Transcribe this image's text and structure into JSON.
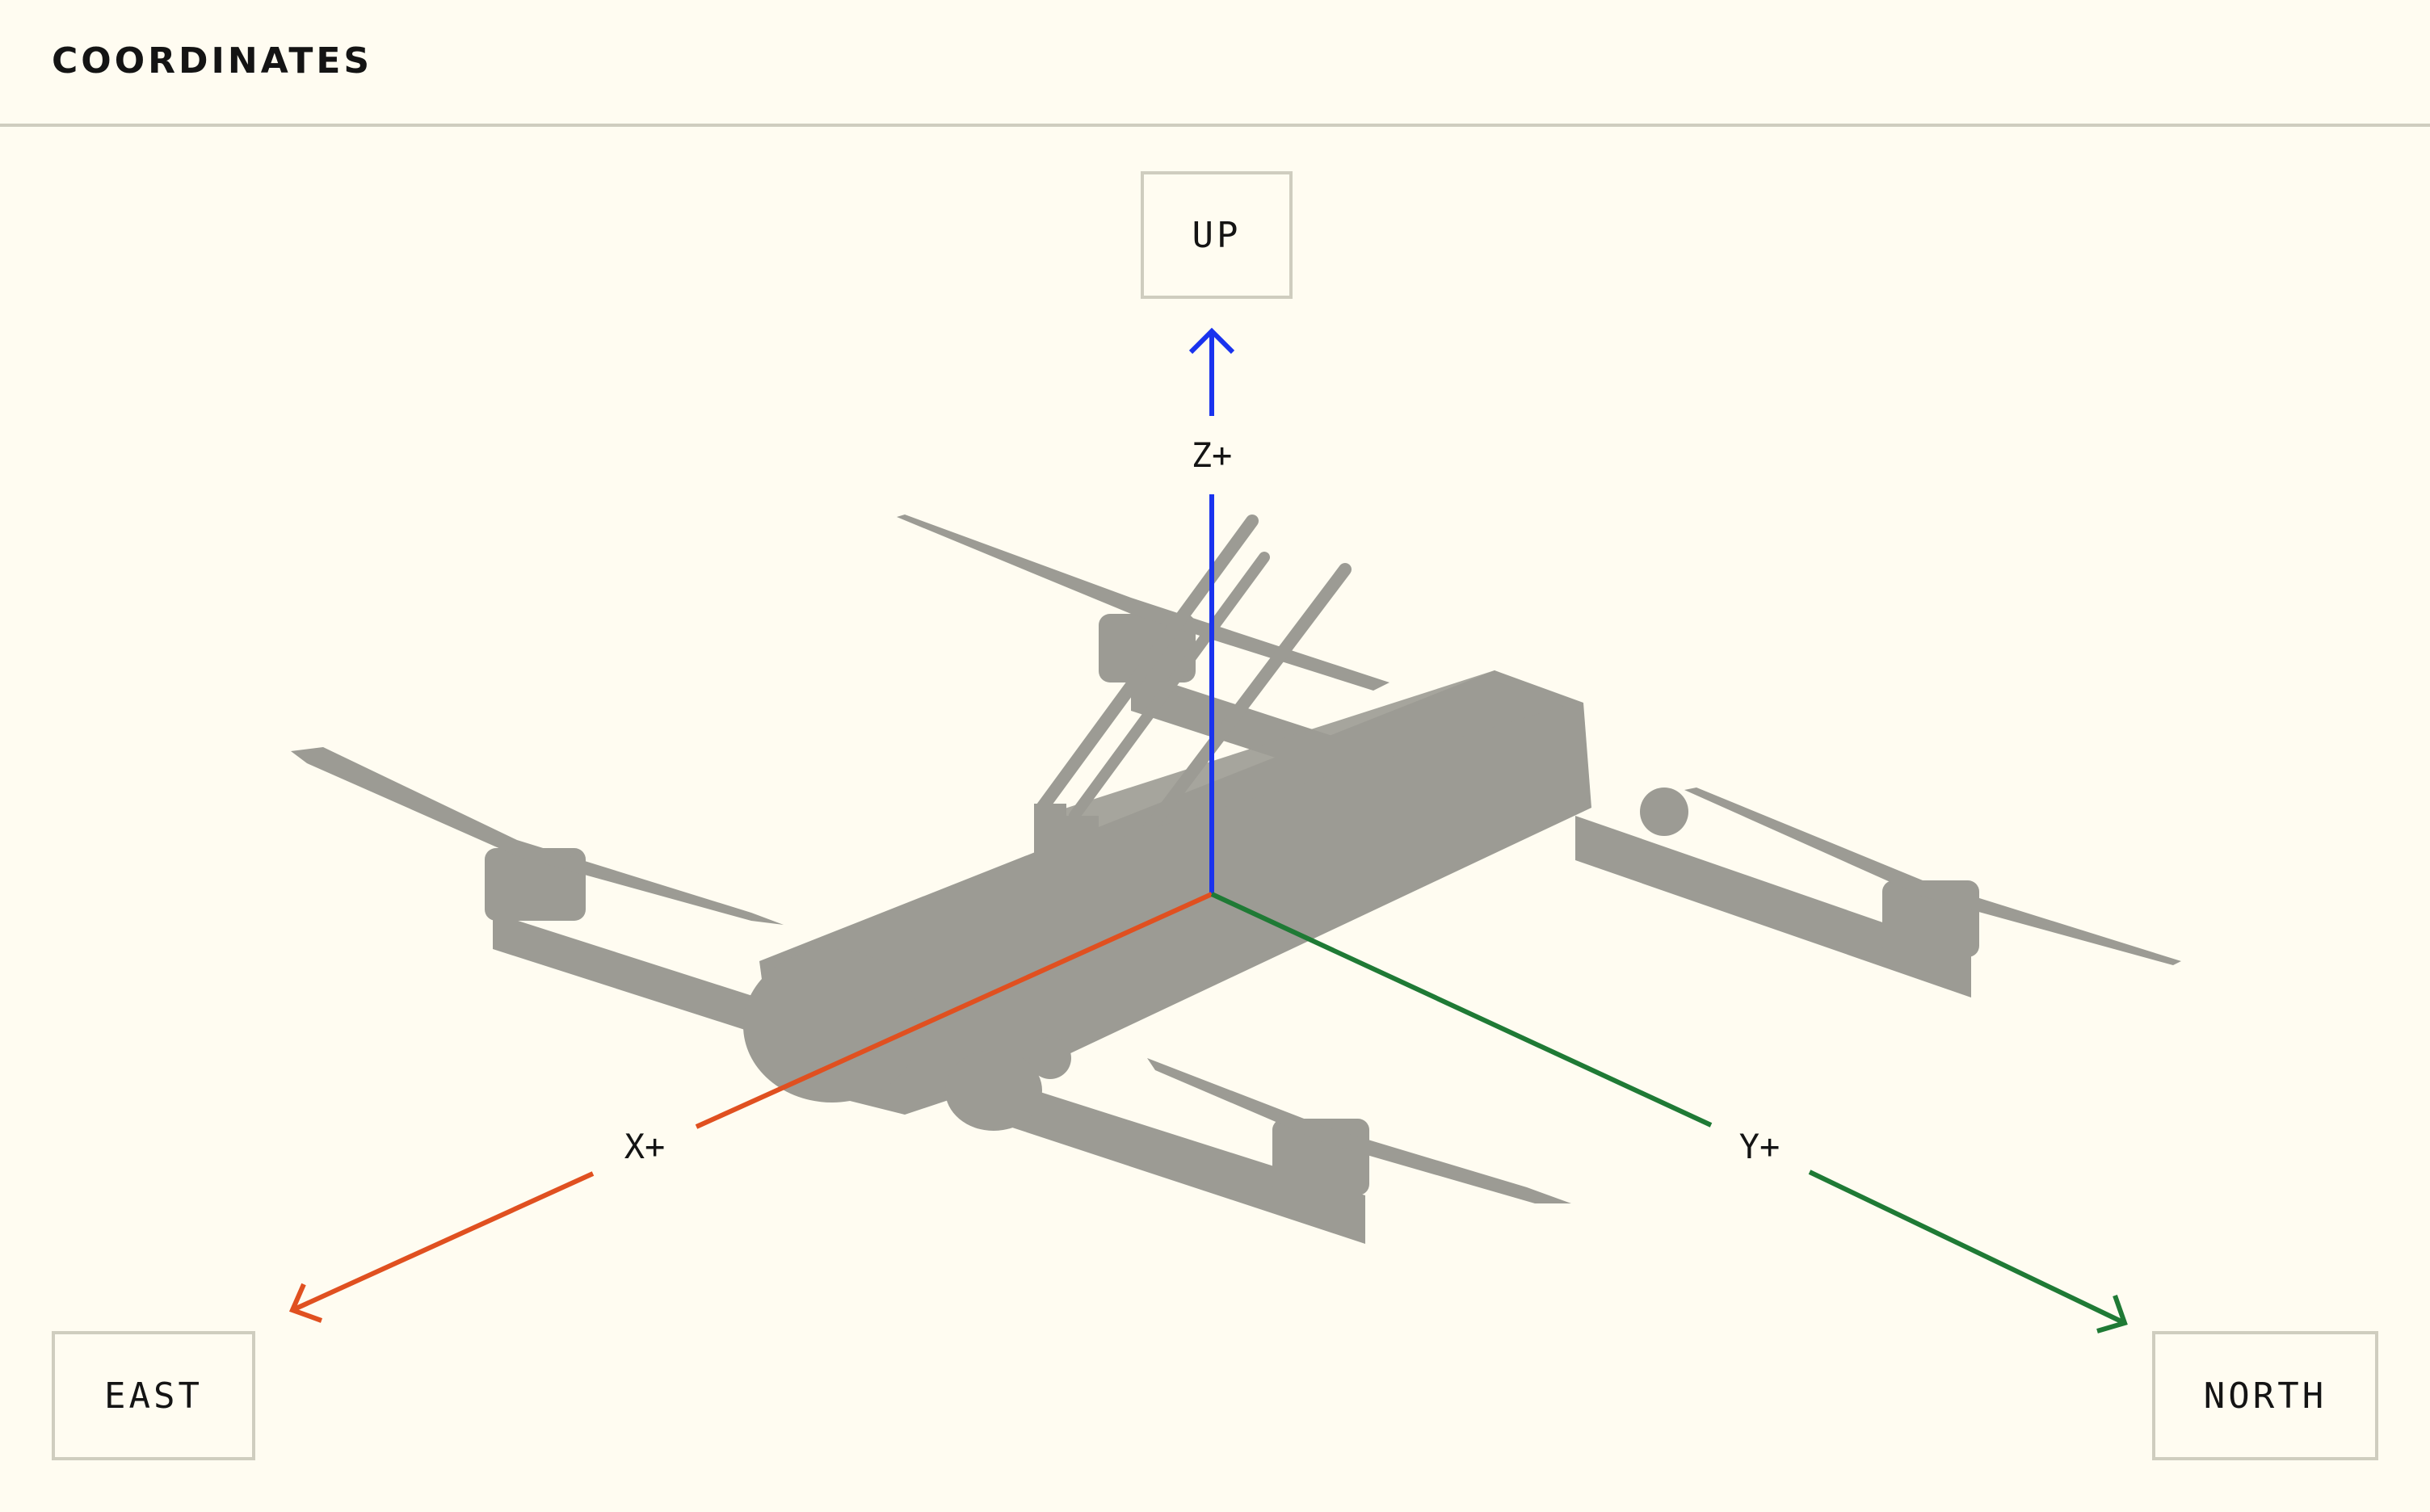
{
  "header": {
    "title": "COORDINATES"
  },
  "directions": {
    "up": "UP",
    "east": "EAST",
    "north": "NORTH"
  },
  "axes": {
    "z": {
      "label": "Z+",
      "color": "#1a33ee"
    },
    "x": {
      "label": "X+",
      "color": "#e05020"
    },
    "y": {
      "label": "Y+",
      "color": "#1f7a35"
    }
  },
  "colors": {
    "background": "#fffcf1",
    "border": "#cfcdbf",
    "model": "#9c9b94"
  },
  "model": {
    "icon": "quadcopter-drone-icon"
  }
}
